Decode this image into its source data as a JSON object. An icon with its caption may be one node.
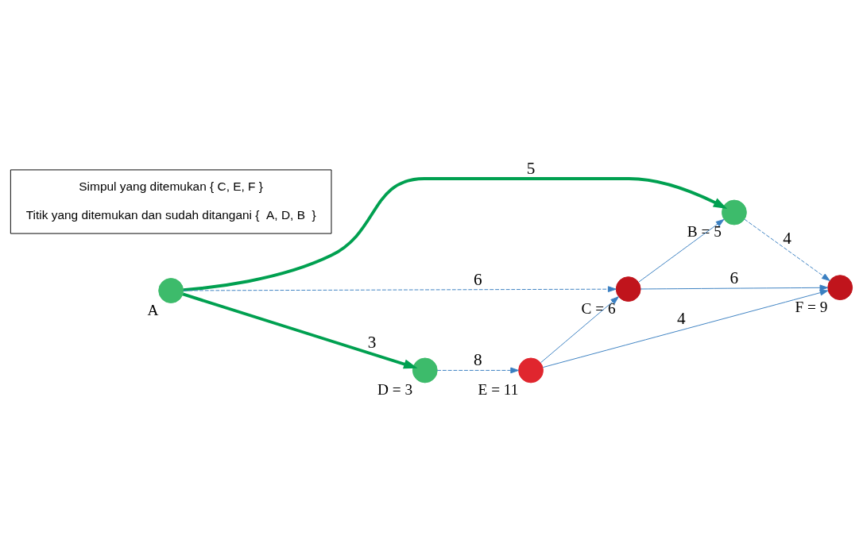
{
  "diagram": {
    "nodes": [
      {
        "text": [],
        "shape": "circle",
        "beside": [
          "A"
        ]
      },
      {
        "text": [],
        "shape": "circle",
        "beside": [
          "B = 5"
        ]
      },
      {
        "text": [],
        "shape": "circle",
        "beside": [
          "C = 6"
        ]
      },
      {
        "text": [],
        "shape": "circle",
        "beside": [
          "D = 3"
        ]
      },
      {
        "text": [],
        "shape": "circle",
        "beside": [
          "E = 11"
        ]
      },
      {
        "text": [],
        "shape": "circle",
        "beside": [
          "F = 9"
        ]
      },
      {
        "text": [
          "Simpul yang ditemukan { C, E, F }",
          "Titik yang ditemukan dan sudah ditangani {  A, D, B  }"
        ]
      }
    ],
    "edges": [
      {
        "from": 0,
        "to": 1,
        "arrow": "to",
        "label": "5",
        "style": "thick",
        "color": "#00a050"
      },
      {
        "from": 0,
        "to": 2,
        "arrow": "to",
        "label": "6",
        "style": "dashed"
      },
      {
        "from": 0,
        "to": 3,
        "arrow": "to",
        "label": "3",
        "style": "thick",
        "color": "#00a050"
      },
      {
        "from": 3,
        "to": 4,
        "arrow": "to",
        "label": "8",
        "style": "dashed"
      },
      {
        "from": 4,
        "to": 2,
        "arrow": "to"
      },
      {
        "from": 2,
        "to": 1,
        "arrow": "to"
      },
      {
        "from": 1,
        "to": 5,
        "arrow": "to",
        "label": "4",
        "style": "dashed"
      },
      {
        "from": 2,
        "to": 5,
        "arrow": "to",
        "label": "6"
      },
      {
        "from": 4,
        "to": 5,
        "arrow": "to",
        "label": "4"
      }
    ]
  }
}
